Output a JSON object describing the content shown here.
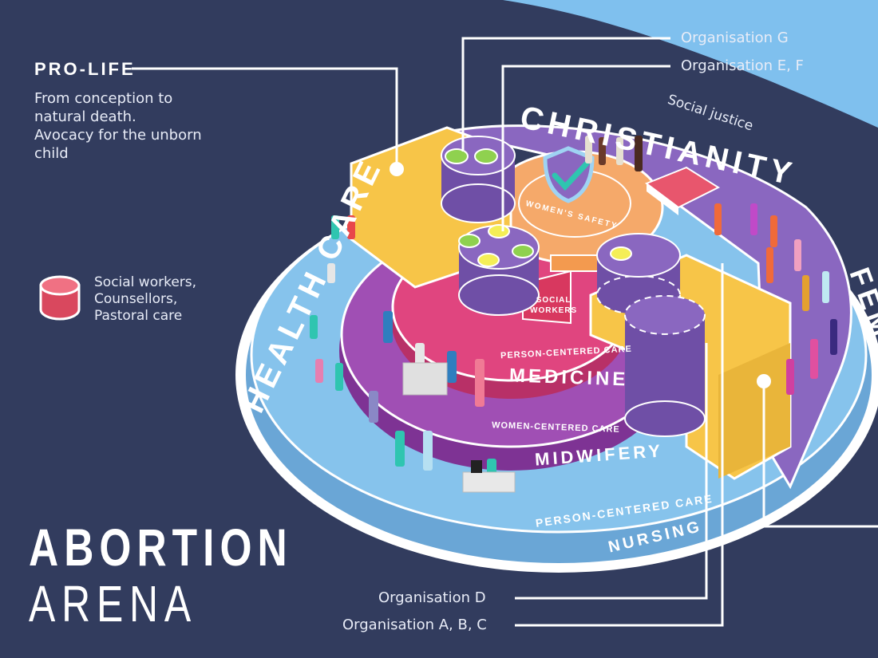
{
  "title": {
    "line1": "ABORTION",
    "line2": "ARENA"
  },
  "prolife": {
    "heading": "PRO-LIFE",
    "lines": [
      "From conception to",
      "natural death.",
      "Avocacy for the unborn",
      "child"
    ]
  },
  "legend": {
    "icon": "cylinder-icon",
    "icon_color": "#e8566d",
    "lines": [
      "Social workers,",
      "Counsellors,",
      "Pastoral care"
    ]
  },
  "organisations": {
    "g": "Organisation G",
    "ef": "Organisation E, F",
    "d": "Organisation D",
    "abc": "Organisation A, B, C"
  },
  "arena": {
    "health_care": "HEALTH CARE",
    "christianity": "CHRISTIANITY",
    "social_justice": "Social justice",
    "feminism": "FEMINISM",
    "womens_safety": "WOMEN'S SAFETY",
    "social_workers_l1": "SOCIAL",
    "social_workers_l2": "WORKERS",
    "medicine_sub": "PERSON-CENTERED CARE",
    "medicine": "MEDICINE",
    "midwifery_sub": "WOMEN-CENTERED CARE",
    "midwifery": "MIDWIFERY",
    "nursing_sub": "PERSON-CENTERED CARE",
    "nursing": "NURSING"
  },
  "colors": {
    "background": "#323c5e",
    "sky": "#7fc0ee",
    "nursing": "#86c3ec",
    "nursing_side": "#6aa6d6",
    "midwifery": "#a04fb4",
    "midwifery_side": "#7e3394",
    "medicine": "#e0457f",
    "medicine_side": "#b83067",
    "christianity": "#8a67c0",
    "yellow": "#f7c548",
    "orange": "#f5a96a",
    "cylinder": "#6f4fa6"
  }
}
